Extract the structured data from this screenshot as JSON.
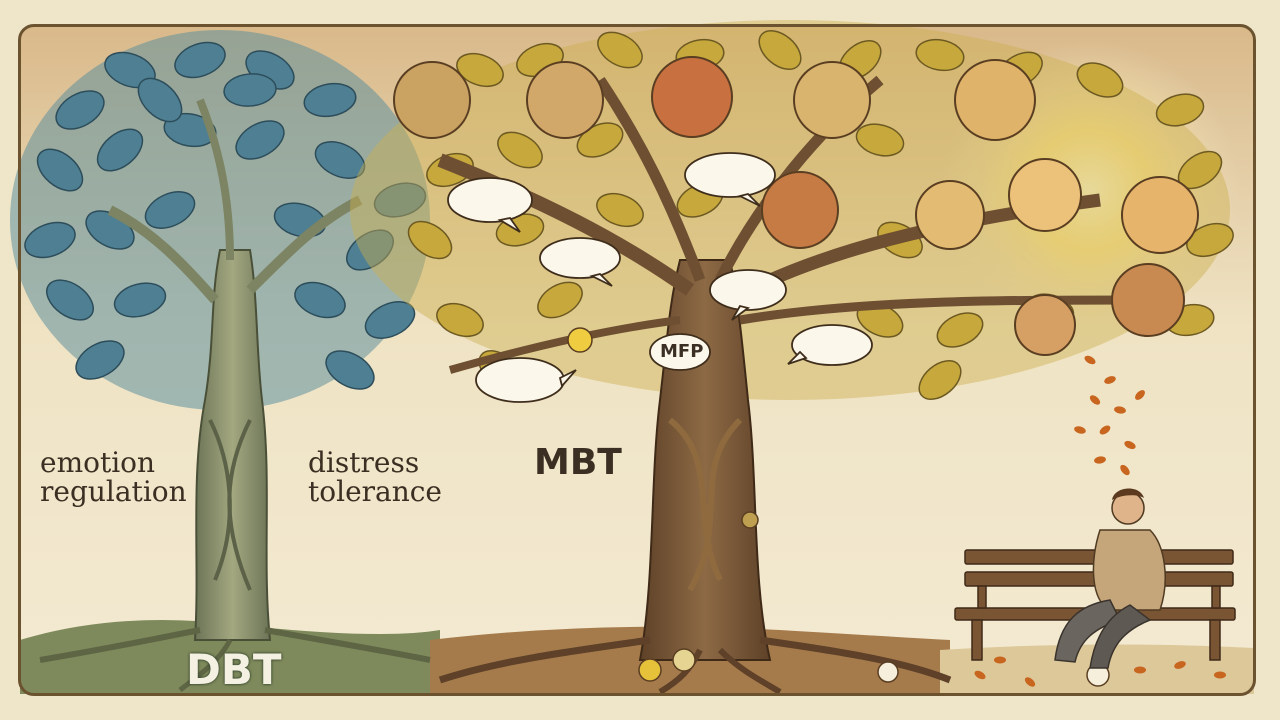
{
  "labels": {
    "emotion": "emotion",
    "regulation": "regulation",
    "distress": "distress",
    "tolerance": "tolerance",
    "mbt": "MBT",
    "dbt": "DBT",
    "mfp": "MFP"
  },
  "colors": {
    "background": "#efe5c8",
    "frame": "#6b5330",
    "dbt_leaf": "#4e7f92",
    "dbt_trunk": "#8a9270",
    "mbt_leaf": "#c7a83c",
    "mbt_trunk": "#7b5a3a",
    "falling_leaf": "#c8651e",
    "glow": "#fff3b0"
  },
  "icons": {
    "speech_bubble": "speech-bubble-icon",
    "smiley": "smiley-icon",
    "clock": "clock-icon",
    "person": "person-icon",
    "bench": "bench-icon"
  }
}
